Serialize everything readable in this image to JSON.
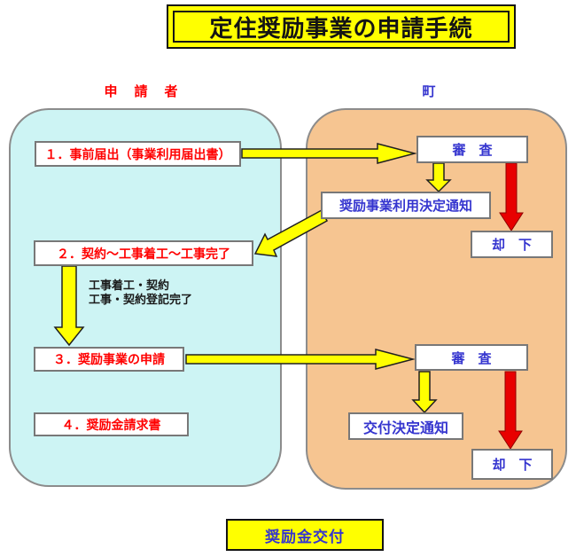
{
  "title": "定住奨励事業の申請手続",
  "columns": {
    "applicant": "申　請　者",
    "town": "町"
  },
  "applicant_panel": {
    "step1": "１．事前届出（事業利用届出書）",
    "step2": "２．契約～工事着工～工事完了",
    "step3": "３．奨励事業の申請",
    "step4": "４．奨励金請求書",
    "note_line1": "工事着工・契約",
    "note_line2": "工事・契約登記完了"
  },
  "town_panel": {
    "review1": "審　査",
    "decision_notice1": "奨励事業利用決定通知",
    "rejection1": "却　下",
    "review2": "審　査",
    "decision_notice2": "交付決定通知",
    "rejection2": "却　下"
  },
  "footer": {
    "grant_payment": "奨励金交付"
  },
  "colors": {
    "applicant_panel_bg": "#CDF4F4",
    "town_panel_bg": "#F6C591",
    "title_bg": "#FFFF00",
    "step_text": "#FF0000",
    "town_text": "#3535CF",
    "arrow_yellow": "#FFFF00",
    "arrow_red": "#E80000"
  }
}
